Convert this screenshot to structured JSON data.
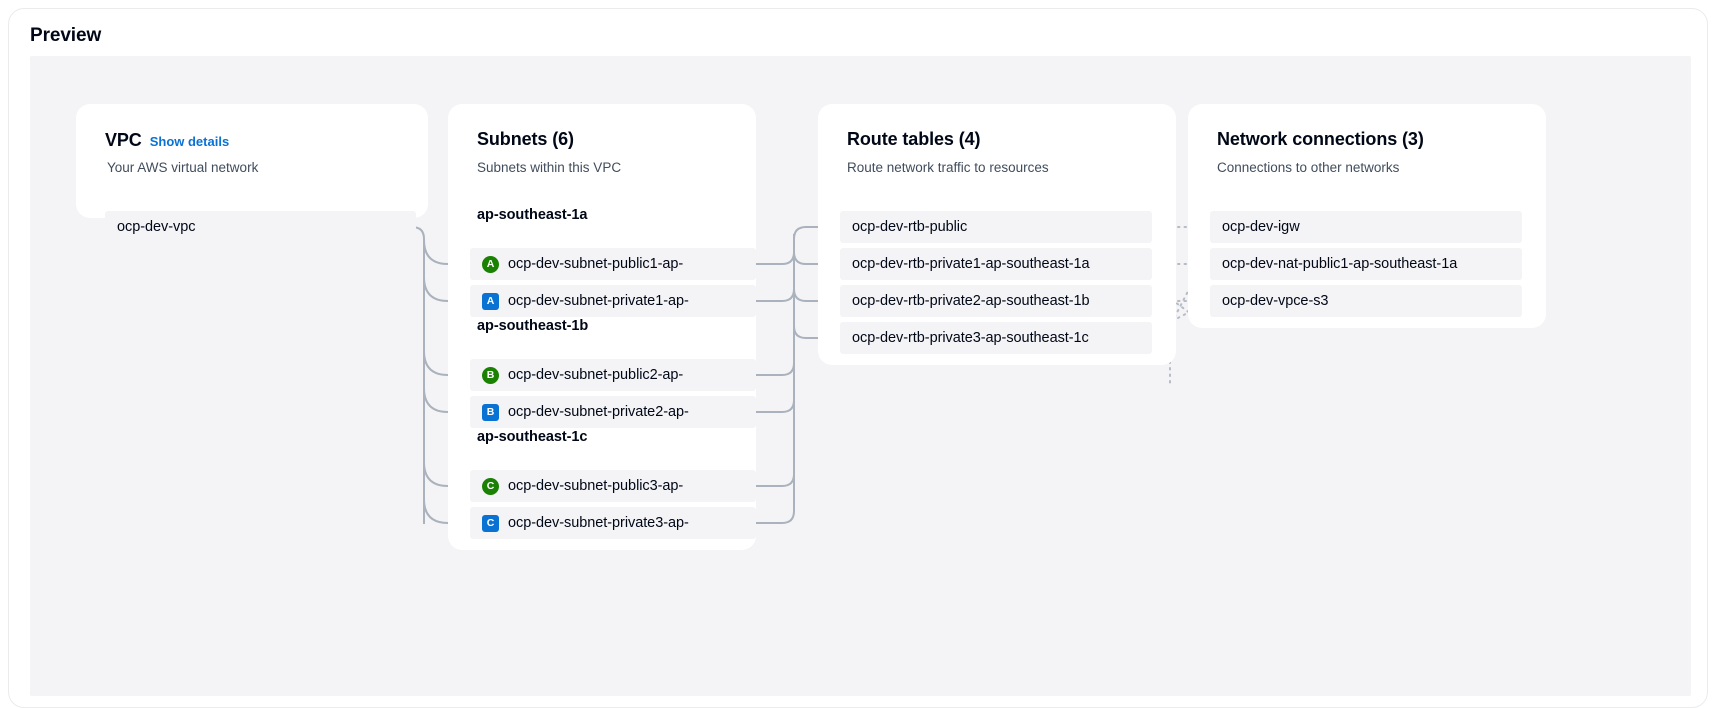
{
  "preview": {
    "title": "Preview"
  },
  "colors": {
    "link": "#0972d3",
    "public_badge": "#1a8102",
    "private_badge": "#0972d3",
    "row_bg": "#f4f4f6",
    "canvas_bg": "#f4f4f6",
    "card_bg": "#ffffff",
    "wire": "#aab2bd"
  },
  "columns": {
    "vpc": {
      "title": "VPC",
      "action_label": "Show details",
      "subtitle": "Your AWS virtual network",
      "items": [
        {
          "label": "ocp-dev-vpc"
        }
      ]
    },
    "subnets": {
      "title": "Subnets (6)",
      "subtitle": "Subnets within this VPC",
      "groups": [
        {
          "az": "ap-southeast-1a",
          "items": [
            {
              "badge": "A",
              "type": "public",
              "label": "ocp-dev-subnet-public1-ap-"
            },
            {
              "badge": "A",
              "type": "private",
              "label": "ocp-dev-subnet-private1-ap-"
            }
          ]
        },
        {
          "az": "ap-southeast-1b",
          "items": [
            {
              "badge": "B",
              "type": "public",
              "label": "ocp-dev-subnet-public2-ap-"
            },
            {
              "badge": "B",
              "type": "private",
              "label": "ocp-dev-subnet-private2-ap-"
            }
          ]
        },
        {
          "az": "ap-southeast-1c",
          "items": [
            {
              "badge": "C",
              "type": "public",
              "label": "ocp-dev-subnet-public3-ap-"
            },
            {
              "badge": "C",
              "type": "private",
              "label": "ocp-dev-subnet-private3-ap-"
            }
          ]
        }
      ]
    },
    "route_tables": {
      "title": "Route tables (4)",
      "subtitle": "Route network traffic to resources",
      "items": [
        {
          "label": "ocp-dev-rtb-public"
        },
        {
          "label": "ocp-dev-rtb-private1-ap-southeast-1a"
        },
        {
          "label": "ocp-dev-rtb-private2-ap-southeast-1b"
        },
        {
          "label": "ocp-dev-rtb-private3-ap-southeast-1c"
        }
      ]
    },
    "network_connections": {
      "title": "Network connections (3)",
      "subtitle": "Connections to other networks",
      "items": [
        {
          "label": "ocp-dev-igw"
        },
        {
          "label": "ocp-dev-nat-public1-ap-southeast-1a"
        },
        {
          "label": "ocp-dev-vpce-s3"
        }
      ]
    }
  }
}
